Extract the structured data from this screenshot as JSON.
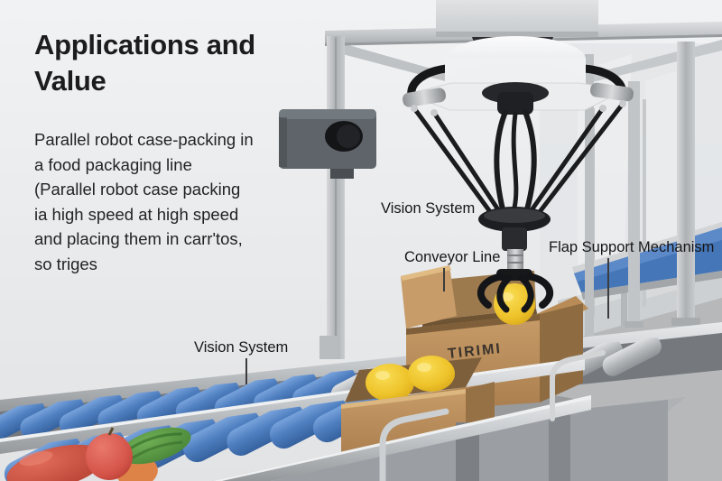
{
  "title": {
    "line1": "Applications and",
    "line2": "Value"
  },
  "description": {
    "text": "Parallel robot case-packing in\na food packaging line\n(Parallel robot case packing\nia high speed at high speed\nand placing them in carr'tos,\nso triges"
  },
  "labels": {
    "vision_system_top": "Vision System",
    "conveyor_line": "Conveyor Line",
    "flap_support_mechanism": "Flap Support Mechanism",
    "vision_system_bottom": "Vision System"
  },
  "carton_brand": "TIRIMI",
  "scene_parts": {
    "robot": "delta-parallel-robot",
    "gripper_item": "lemon",
    "tray_items": "two lemons",
    "belt_items": "apple, peppers, cucumber"
  },
  "colors": {
    "wall": "#ebecee",
    "floor": "#b6b8ba",
    "text_dark": "#1c1c1e",
    "roller_blue": "#4f7fc0",
    "belt_blue": "#4577b8",
    "cardboard": "#bb9161",
    "lemon_yellow": "#eec32a",
    "metal_silver": "#c8cbce",
    "camera_gray": "#5b6065",
    "robot_black": "#1b1c1e",
    "robot_white": "#f2f3f4"
  }
}
